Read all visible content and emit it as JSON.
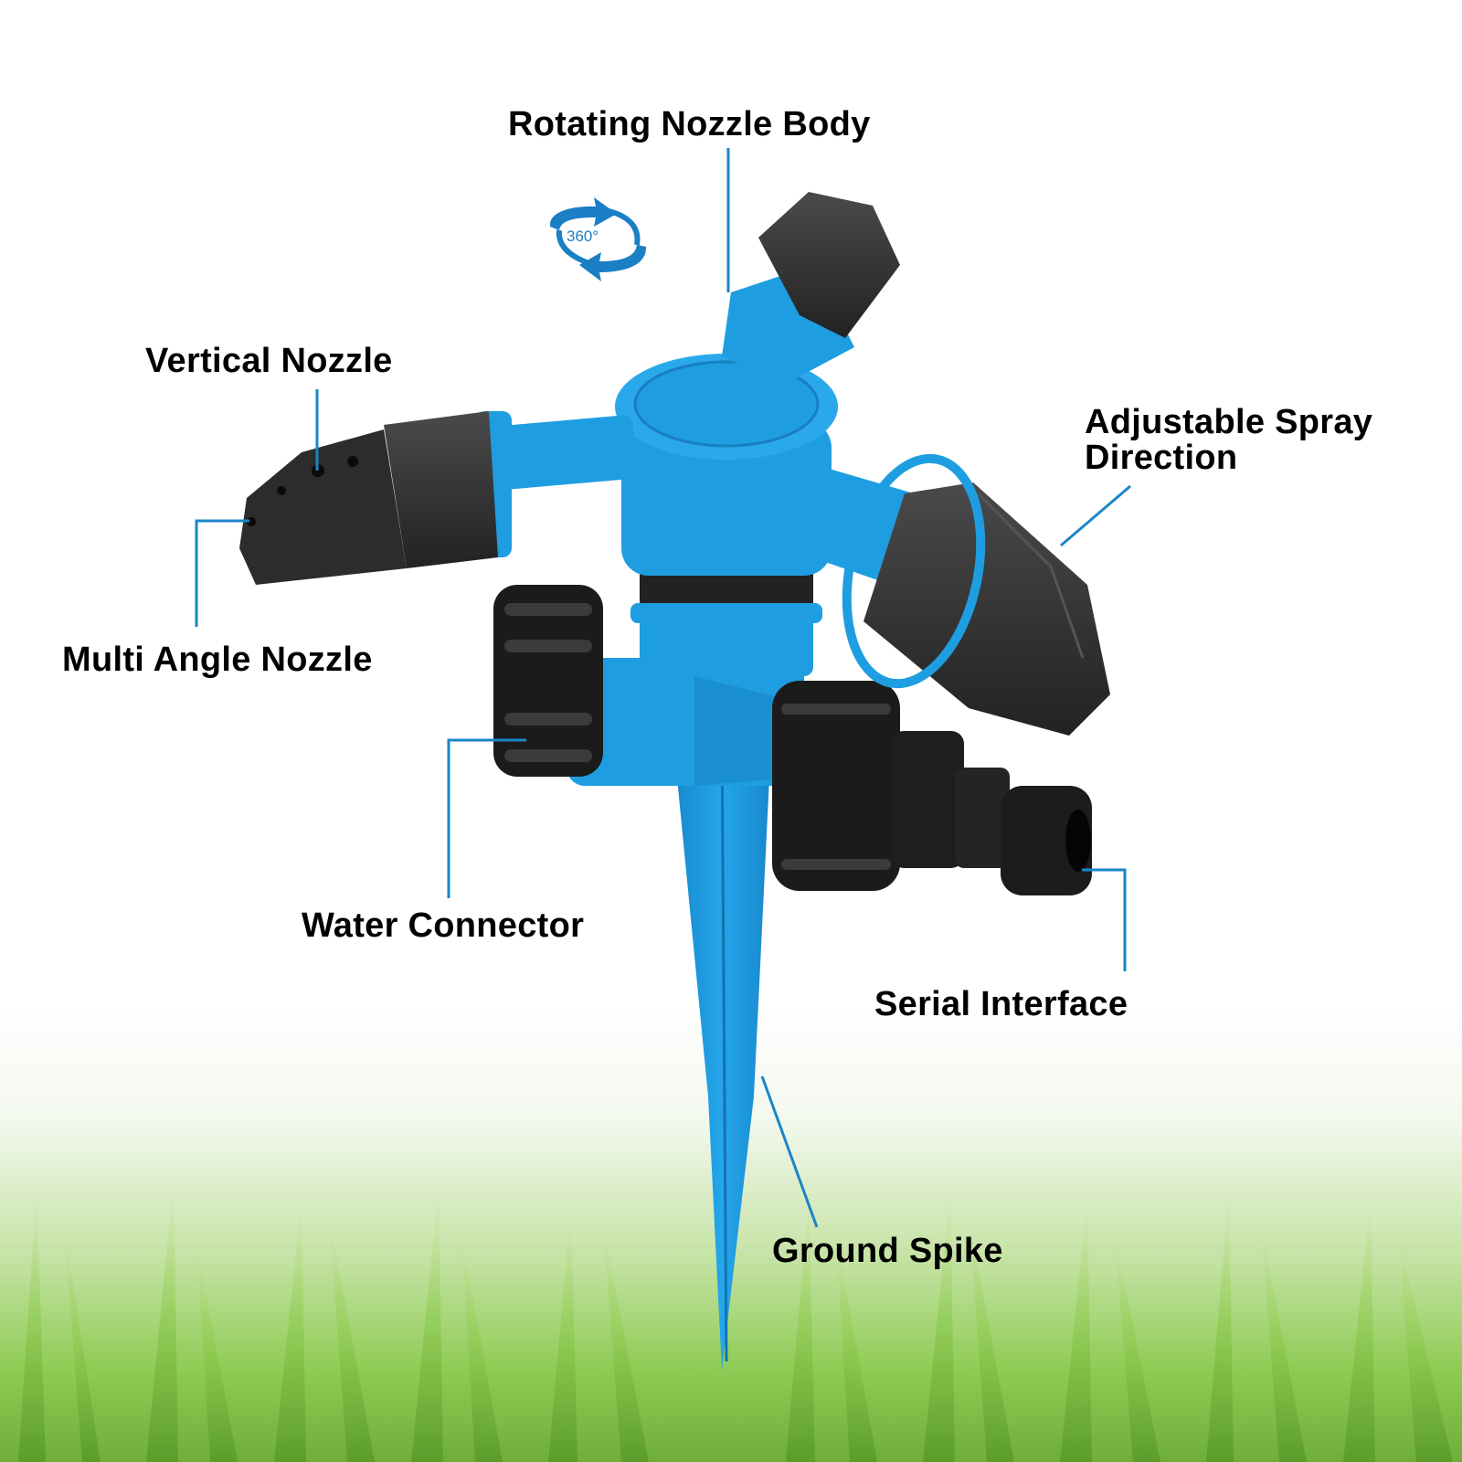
{
  "diagram": {
    "subject": "3-arm rotating garden sprinkler with ground spike",
    "accent_color": "#1a86c9",
    "product_blue": "#1e9ee0",
    "nozzle_color": "#2f2f2f",
    "rotation_badge": {
      "text": "360°",
      "icon": "rotate-360-icon",
      "color": "#1a7fc4"
    },
    "callouts": [
      {
        "id": "rotating-nozzle-body",
        "label": "Rotating Nozzle Body"
      },
      {
        "id": "vertical-nozzle",
        "label": "Vertical Nozzle"
      },
      {
        "id": "adjustable-spray-direction",
        "label": "Adjustable Spray Direction"
      },
      {
        "id": "multi-angle-nozzle",
        "label": "Multi Angle Nozzle"
      },
      {
        "id": "water-connector",
        "label": "Water Connector"
      },
      {
        "id": "serial-interface",
        "label": "Serial Interface"
      },
      {
        "id": "ground-spike",
        "label": "Ground Spike"
      }
    ],
    "background": "grass-photo-fade"
  }
}
